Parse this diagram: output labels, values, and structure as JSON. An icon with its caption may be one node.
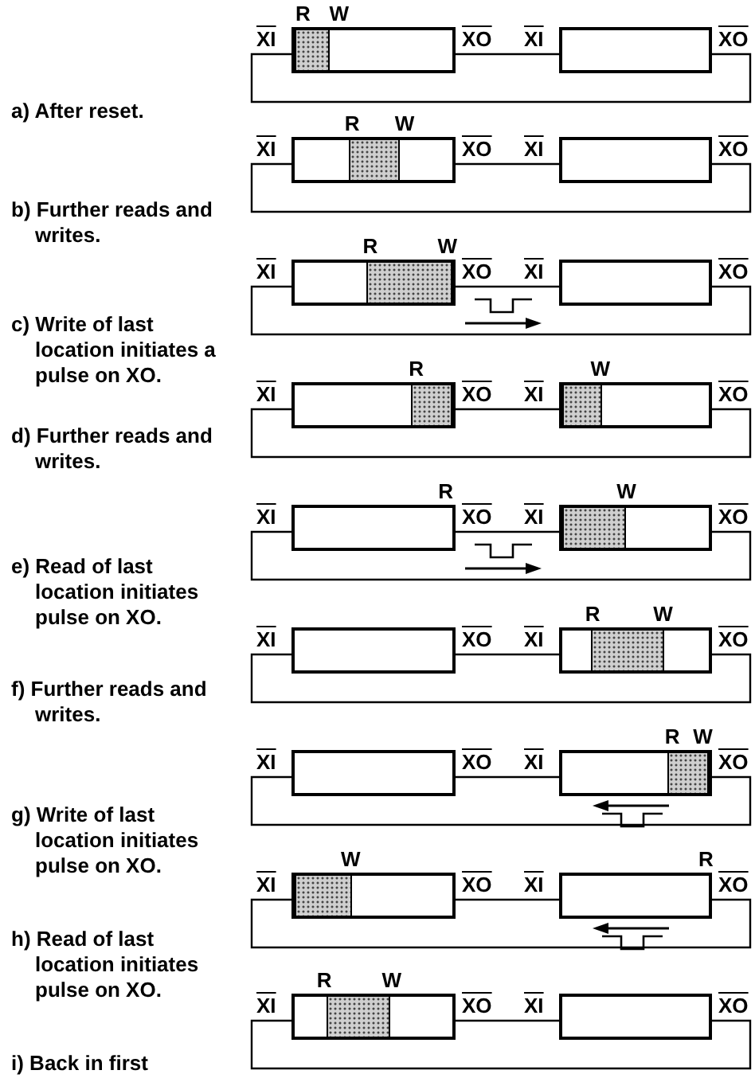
{
  "diagram": {
    "nodes": [
      {
        "text": [],
        "shape": "box",
        "beside": [
          "R",
          "W",
          "XI",
          "XO"
        ]
      },
      {
        "text": [],
        "shape": "box",
        "beside": [
          "XI",
          "XO"
        ]
      },
      {
        "text": [],
        "shape": "box",
        "beside": [
          "R",
          "W",
          "XI",
          "XO"
        ]
      },
      {
        "text": [],
        "shape": "box",
        "beside": [
          "XI",
          "XO"
        ]
      },
      {
        "text": [],
        "shape": "box",
        "beside": [
          "R",
          "W",
          "XI",
          "XO"
        ]
      },
      {
        "text": [],
        "shape": "box",
        "beside": [
          "XI",
          "XO"
        ]
      },
      {
        "text": [],
        "shape": "box",
        "beside": [
          "R",
          "XI",
          "XO"
        ]
      },
      {
        "text": [],
        "shape": "box",
        "beside": [
          "W",
          "XI",
          "XO"
        ]
      },
      {
        "text": [],
        "shape": "box",
        "beside": [
          "R",
          "XI",
          "XO"
        ]
      },
      {
        "text": [],
        "shape": "box",
        "beside": [
          "W",
          "XI",
          "XO"
        ]
      },
      {
        "text": [],
        "shape": "box",
        "beside": [
          "XI",
          "XO"
        ]
      },
      {
        "text": [],
        "shape": "box",
        "beside": [
          "R",
          "W",
          "XI",
          "XO"
        ]
      },
      {
        "text": [],
        "shape": "box",
        "beside": [
          "XI",
          "XO"
        ]
      },
      {
        "text": [],
        "shape": "box",
        "beside": [
          "R",
          "W",
          "XI",
          "XO"
        ]
      },
      {
        "text": [],
        "shape": "box",
        "beside": [
          "W",
          "XI",
          "XO"
        ]
      },
      {
        "text": [],
        "shape": "box",
        "beside": [
          "R",
          "XI",
          "XO"
        ]
      },
      {
        "text": [],
        "shape": "box",
        "beside": [
          "R",
          "W",
          "XI",
          "XO"
        ]
      },
      {
        "text": [],
        "shape": "box",
        "beside": [
          "XI",
          "XO"
        ]
      }
    ],
    "edges": [
      {
        "from": 0,
        "to": 1,
        "arrow": "none"
      },
      {
        "from": 1,
        "to": 0,
        "arrow": "none"
      },
      {
        "from": 2,
        "to": 3,
        "arrow": "none"
      },
      {
        "from": 3,
        "to": 2,
        "arrow": "none"
      },
      {
        "from": 4,
        "to": 5,
        "arrow": "none"
      },
      {
        "from": 5,
        "to": 4,
        "arrow": "none"
      },
      {
        "from": 6,
        "to": 7,
        "arrow": "none"
      },
      {
        "from": 7,
        "to": 6,
        "arrow": "none"
      },
      {
        "from": 8,
        "to": 9,
        "arrow": "none"
      },
      {
        "from": 9,
        "to": 8,
        "arrow": "none"
      },
      {
        "from": 10,
        "to": 11,
        "arrow": "none"
      },
      {
        "from": 11,
        "to": 10,
        "arrow": "none"
      },
      {
        "from": 12,
        "to": 13,
        "arrow": "none"
      },
      {
        "from": 13,
        "to": 12,
        "arrow": "none"
      },
      {
        "from": 14,
        "to": 15,
        "arrow": "none"
      },
      {
        "from": 15,
        "to": 14,
        "arrow": "none"
      },
      {
        "from": 16,
        "to": 17,
        "arrow": "none"
      },
      {
        "from": 17,
        "to": 16,
        "arrow": "none"
      }
    ],
    "labels": [
      "a) After reset.",
      "b) Further reads and writes.",
      "c) Write of last location initiates a pulse on XO.",
      "d) Further reads and writes.",
      "e) Read of last location initiates pulse on XO.",
      "f) Further reads and writes.",
      "g) Write of last location initiates pulse on XO.",
      "h) Read of last location initiates pulse on XO.",
      "i) Back in first device."
    ]
  }
}
